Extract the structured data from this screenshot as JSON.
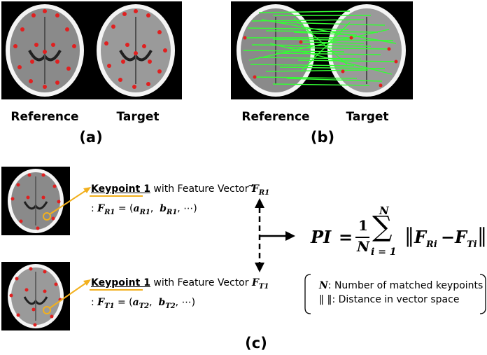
{
  "panel_a": {
    "labels": [
      "Reference",
      "Target"
    ],
    "caption": "(a)"
  },
  "panel_b": {
    "labels": [
      "Reference",
      "Target"
    ],
    "caption": "(b)"
  },
  "panel_c": {
    "caption": "(c)",
    "top": {
      "keypoint": "Keypoint 1",
      "with_text": " with Feature Vector ",
      "vector_name": "F",
      "vector_sub": "R1",
      "def_prefix": ": ",
      "def_lhs": "F",
      "def_lhs_sub": "R1",
      "def_eq": " = (",
      "a": "a",
      "a_sub": "R1",
      "b": "b",
      "b_sub": "R1",
      "tail": ", ⋯)"
    },
    "bottom": {
      "keypoint": "Keypoint 1",
      "with_text": " with Feature Vector ",
      "vector_name": "F",
      "vector_sub": "T1",
      "def_prefix": ": ",
      "def_lhs": "F",
      "def_lhs_sub": "T1",
      "def_eq": " = (",
      "a": "a",
      "a_sub": "T2",
      "b": "b",
      "b_sub": "T2",
      "tail": ", ⋯)"
    },
    "formula": {
      "lhs": "PI",
      "eq": "=",
      "frac_num": "1",
      "frac_den": "N",
      "sum_top": "N",
      "sum_bottom": "i = 1",
      "fr": "F",
      "fr_sub": "Ri",
      "minus": "−",
      "ft": "F",
      "ft_sub": "Ti"
    },
    "legend": {
      "n_symbol": "N",
      "n_text": ": Number of matched keypoints",
      "norm_symbol": "‖   ‖",
      "norm_text": ": Distance in vector space"
    }
  },
  "colors": {
    "keypoint_red": "#e02020",
    "match_green": "#33ff33",
    "pointer_gold": "#f2b01e",
    "underline_gold": "#f2b01e"
  }
}
